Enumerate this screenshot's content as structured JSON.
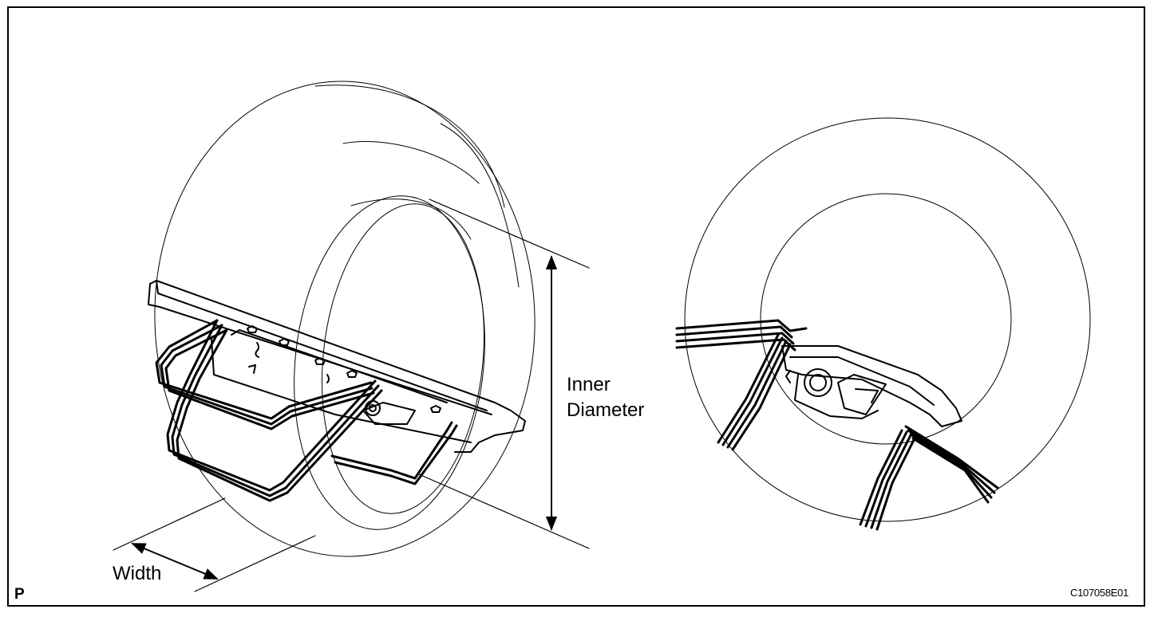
{
  "labels": {
    "inner_diameter_line1": "Inner",
    "inner_diameter_line2": "Diameter",
    "width": "Width",
    "view_marker": "P",
    "figure_code": "C107058E01"
  },
  "colors": {
    "line": "#000000",
    "background": "#ffffff"
  }
}
